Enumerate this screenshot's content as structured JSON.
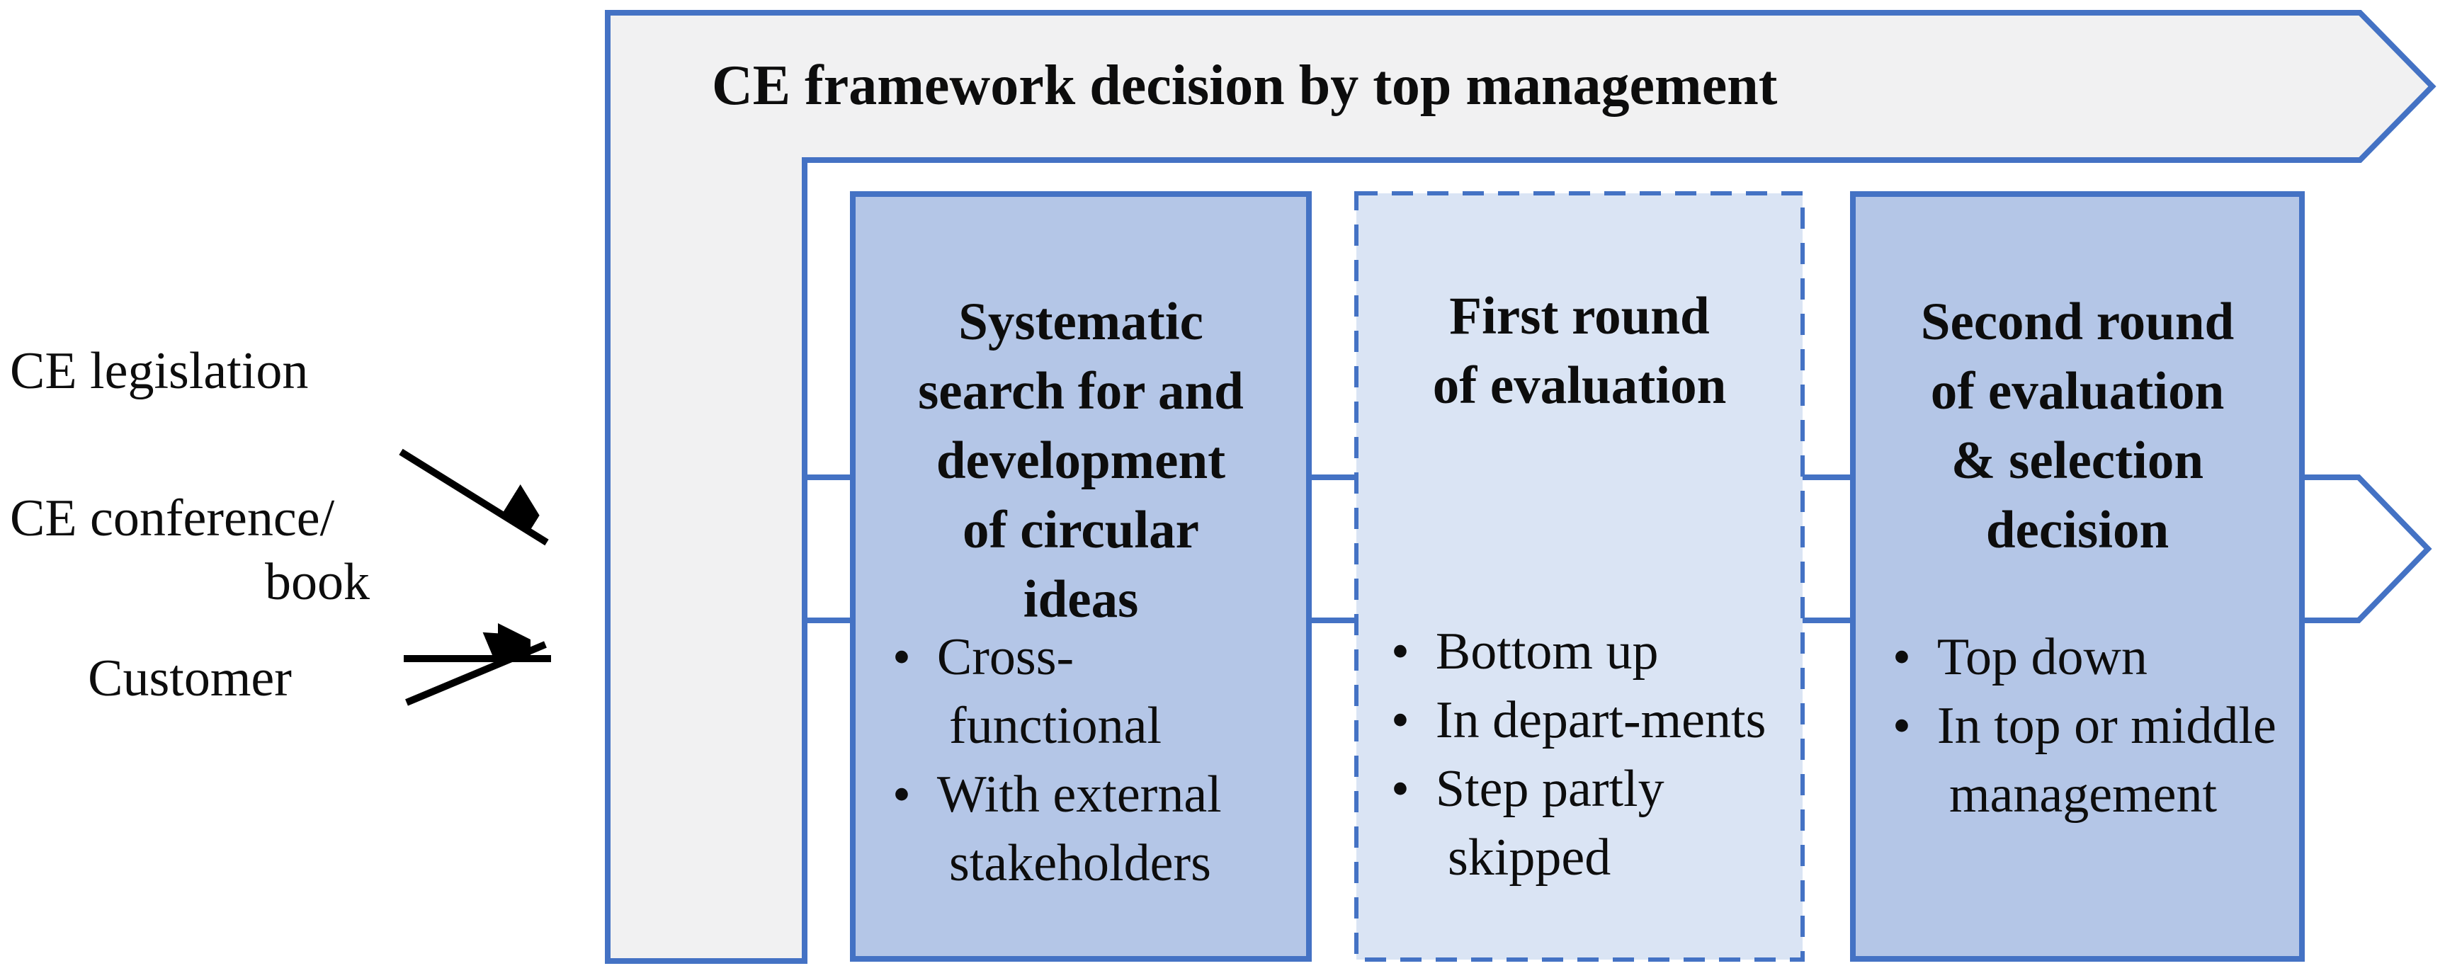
{
  "colors": {
    "accent_blue": "#4472C4",
    "box_fill": "#B4C6E7",
    "box_fill_light": "#DAE4F4",
    "banner_fill": "#F1F1F2",
    "arrow_black": "#000000",
    "text": "#0D0D0D"
  },
  "banner": {
    "title": "CE framework decision by top management"
  },
  "inputs": {
    "labels": [
      "CE legislation",
      "CE conference/",
      "book",
      "Customer"
    ]
  },
  "process": {
    "steps": [
      {
        "title": "Systematic search for and development of circular ideas",
        "title_lines": [
          "Systematic",
          "search for and",
          "development",
          "of circular",
          "ideas"
        ],
        "bullets": [
          "Cross-functional",
          "With external stakeholders"
        ],
        "border_style": "solid"
      },
      {
        "title": "First round of evaluation",
        "title_lines": [
          "First round",
          "of evaluation"
        ],
        "bullets": [
          "Bottom up",
          "In depart-ments",
          "Step partly skipped"
        ],
        "border_style": "dashed"
      },
      {
        "title": "Second round of evaluation & selection decision",
        "title_lines": [
          "Second round",
          "of evaluation",
          "& selection",
          "decision"
        ],
        "bullets": [
          "Top down",
          "In top or middle management"
        ],
        "border_style": "solid"
      }
    ]
  }
}
